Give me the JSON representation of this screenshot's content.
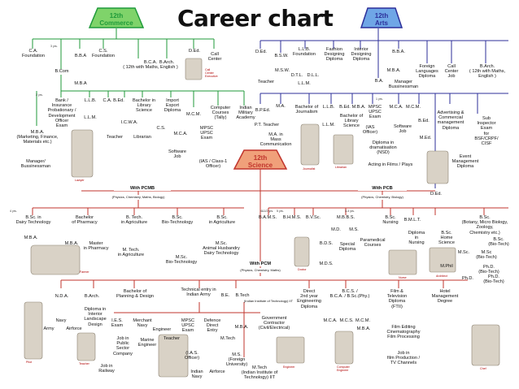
{
  "title": "Career chart",
  "hubs": {
    "commerce": "12th\nCommerce",
    "arts": "12th\nArts",
    "science": "12th\nScience",
    "pcmb": "With PCMB",
    "pcmb_sub": "(Physics, Chemistry, Maths, Biology)",
    "pcb": "With PCB",
    "pcb_sub": "(Physics, Chemistry, Biology)",
    "pcm": "With PCM",
    "pcm_sub": "(Physics, Chemistry, Maths)"
  },
  "colors": {
    "commerce": "#1f9a3a",
    "arts": "#2c2f9a",
    "science": "#c0342c",
    "commerce_fill": "#7fd36a",
    "arts_fill": "#6fa6e6",
    "science_fill": "#f0a07a"
  },
  "commerce": {
    "top": [
      "C.A.\nFoundation",
      "B.B.A",
      "C.S.\nFoundation",
      "B.C.A.\n( 12th with Maths, English )",
      "B.Arch.",
      "D.Ed.",
      "Call\nCenter"
    ],
    "mid": [
      "B.Com",
      "M.B.A"
    ],
    "low": [
      "Bank /\nInsurance\nProbationary /\nDevelopment\nOfficer\nExam",
      "L.L.B.",
      "L.L.M.",
      "C.A.",
      "B.Ed.",
      "I.C.W.A.",
      "Bachelor in\nLibrary\nScience",
      "Import\nExport\nDiploma",
      "C.S.",
      "M.C.M.",
      "M.C.A.",
      "Teacher",
      "Librarian",
      "Computer\nCourses\n(Tally)",
      "Indian\nMilitary\nAcademy",
      "MPSC\nUPSC\nExam",
      "Software\nJob",
      "(IAS / Class-1\nOfficer)",
      "M.B.A.\n(Marketing, Finance,\nMaterials etc.)",
      "Manager/\nBussinessman"
    ]
  },
  "arts": {
    "top": [
      "D.Ed.",
      "B.S.W.",
      "L.L.B.\nFoundation",
      "Fashion\nDesigning\nDiploma",
      "Interior\nDesigning\nDiploma",
      "B.B.A.",
      "Foreign\nLanguages\nDiploma",
      "Call\nCenter\nJob",
      "B.Arch.\n( 12th with Maths,\nEnglish )"
    ],
    "mid": [
      "Teacher",
      "M.S.W.",
      "D.T.L.",
      "D.L.L.",
      "L.L.M.",
      "B.A.",
      "Manager\nBussinessman",
      "M.B.A."
    ],
    "low": [
      "B.P.Ed.",
      "M.A.",
      "P.T. Teacher",
      "M.A. in\nMass\nCommunication",
      "Bachelor of\nJournalism",
      "L.L.B.",
      "L.L.M.",
      "B.Ed.",
      "Bachelor of\nLibrary\nScience",
      "M.B.A.",
      "MPSC\nUPSC\nExam",
      "(IAS\nOfficer)",
      "Diploma in\ndramatisation\n(NSD)",
      "Acting in Films / Plays",
      "M.C.A.",
      "M.C.M.",
      "Software\nJob",
      "Advertising &\nCommercial\nmanagement\nDiploma",
      "B.Ed.",
      "M.Ed.",
      "Sub\nInspector\nExam\nfor\nBSF/CRPF/\nCISF",
      "Event\nManagement\nDiploma",
      "D.Ed."
    ]
  },
  "pcmb": [
    "B.Sc. in\nDairy Technology",
    "M.B.A.",
    "Bachelor\nof Pharmacy",
    "M.B.A.",
    "Master\nin Pharmacy",
    "B. Tech.\nin Agriculture",
    "M. Tech.\nin Agriculture",
    "B.Sc.\nBio-Technology",
    "M.Sc.\nBio-Technology",
    "B.Sc.\nin Agriculture",
    "M.Sc.\nAnimal Husbandry\nDairy Technology"
  ],
  "pcb": [
    "B.A.M.S.",
    "B.H.M.S.",
    "B.V.Sc.",
    "M.B.B.S.",
    "M.D.",
    "M.S.",
    "B.D.S.",
    "M.D.S.",
    "Special\nDiploma",
    "Paramedical\nCourses",
    "B.Sc.\nNursing",
    "Diploma\nin\nNursing",
    "B.M.L.T.",
    "B.Sc.\nHome\nScience",
    "B.Sc.\n(Botany, Micro Biology,\nZoology,\nChemistry etc.)",
    "M.Sc.",
    "M.Sc\n(Bio-Tech)",
    "M.Phil",
    "Ph.D.",
    "B.Sc.\n(Bio-Tech)",
    "Ph.D.\n(Bio-Tech)",
    "Ph.D.\n(Bio-Tech)"
  ],
  "pcm": [
    "N.D.A.",
    "Army",
    "Navy",
    "Airforce",
    "B.Arch.",
    "Diploma in\nInterior\nLandscape\nDesign",
    "Bachelor of\nPlanning & Design",
    "I.E.S.\nExam",
    "Job in\nRailway",
    "Merchant\nNavy",
    "Job in\nPublic\nSector\nCompany",
    "Marine\nEngineer",
    "Engineer",
    "Teacher",
    "Technical entry in\nIndian Army",
    "MPSC\nUPSC\nExam",
    "(I.A.S.\nOfficer)",
    "Indian\nNavy",
    "Airforce",
    "Defence\nDirect\nEntry",
    "B.E.",
    "B.Tech",
    "M.B.A.",
    "M.S.\n(Foreign\nUniversity)",
    "M.Tech",
    "M.Tech\n(Indian Institute of\nTechnology) IIT",
    "(Indian Institute of Technology) IIT",
    "Government\nContractor\n(Civil/Electrical)",
    "Direct\n2nd year\nEngineering\nDiploma",
    "B.C.S. /\nB.C.A. / B.Sc.(Phy.)",
    "M.C.A.",
    "M.C.S.",
    "M.C.M.",
    "M.B.A.",
    "Film &\nTelevision\nDiploma\n(FTII)",
    "Film Editing\nCinematography\nFilm Processing",
    "Job in\nfilm Production /\nTV Channels",
    "Hotel\nManagement\nDegree"
  ],
  "figure_captions": [
    "Call\nCenter\nExecutive",
    "Lawyer",
    "Journalist",
    "Librarian",
    "Farmer",
    "Nurse",
    "Doctor",
    "Engineer",
    "Teacher",
    "Chef",
    "Pilot",
    "Architect",
    "Computer\nEngineer"
  ],
  "year_marks": [
    "3 yrs.",
    "2 yrs.",
    "4 yrs.",
    "5 yrs.",
    "1 yrs.",
    "4&1/2 yrs.",
    "3-4 yrs."
  ]
}
